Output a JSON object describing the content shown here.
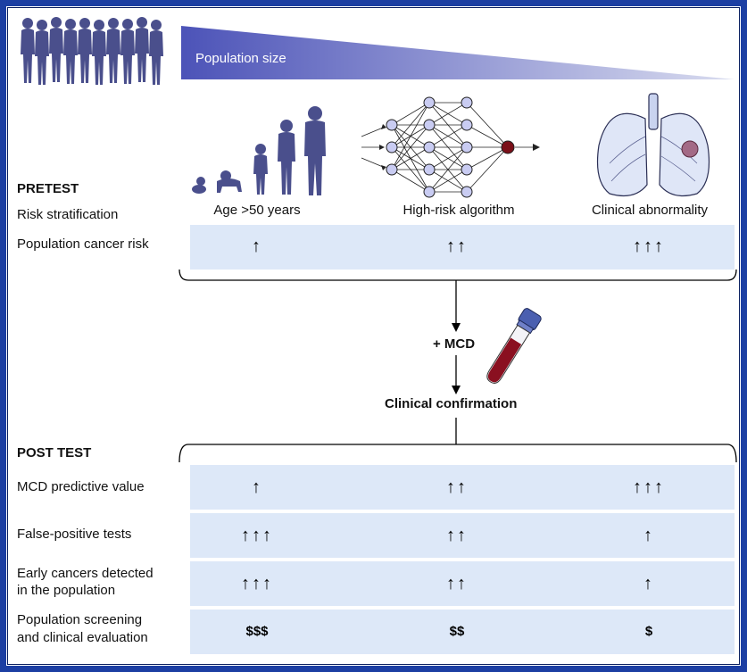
{
  "header": {
    "population_size_label": "Population size"
  },
  "pretest": {
    "title": "PRETEST",
    "risk_stratification_label": "Risk stratification",
    "population_cancer_risk_label": "Population cancer risk",
    "columns": [
      "Age >50 years",
      "High-risk algorithm",
      "Clinical abnormality"
    ],
    "cancer_risk_arrows": [
      "↑",
      "↑↑",
      "↑↑↑"
    ]
  },
  "middle": {
    "mcd_label": "+ MCD",
    "clinical_confirmation_label": "Clinical confirmation"
  },
  "posttest": {
    "title": "POST TEST",
    "rows": [
      {
        "label": "MCD predictive value",
        "values": [
          "↑",
          "↑↑",
          "↑↑↑"
        ]
      },
      {
        "label": "False-positive tests",
        "values": [
          "↑↑↑",
          "↑↑",
          "↑"
        ]
      },
      {
        "label_line1": "Early cancers detected",
        "label_line2": "in the population",
        "values": [
          "↑↑↑",
          "↑↑",
          "↑"
        ]
      },
      {
        "label_line1": "Population screening",
        "label_line2": "and clinical evaluation",
        "values": [
          "$$$",
          "$$",
          "$"
        ]
      }
    ]
  },
  "colors": {
    "frame": "#1c3fa3",
    "band": "#dde8f8",
    "figure": "#4a4f8c",
    "node": "#c9ccf2",
    "tube_cap": "#4a5fb0",
    "blood": "#8a1020"
  }
}
